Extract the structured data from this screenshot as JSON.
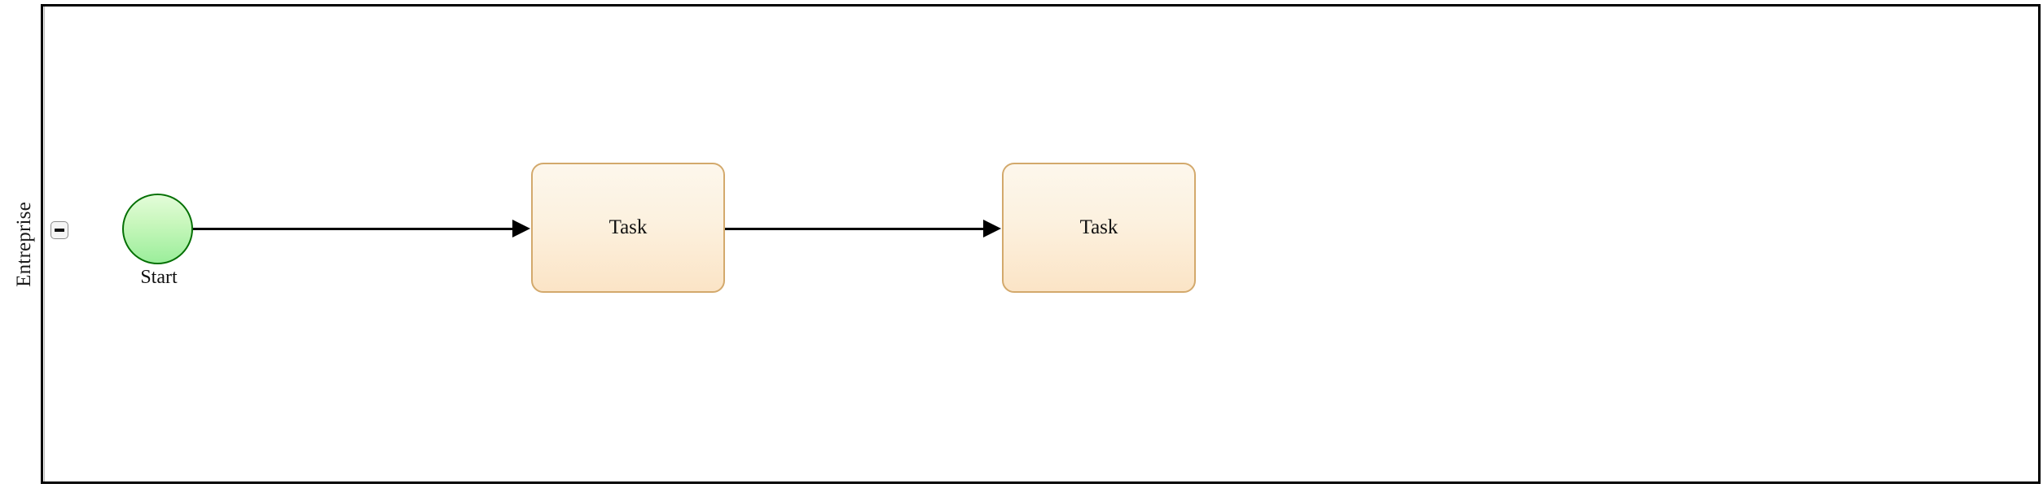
{
  "diagram": {
    "type": "bpmn-process",
    "pool": {
      "lane_label": "Entreprise",
      "collapse_button": {
        "icon": "minus-icon",
        "state": "expanded"
      }
    },
    "nodes": [
      {
        "id": "start-event",
        "type": "start-event",
        "label": "Start",
        "shape": "circle",
        "fill_top": "#e3fcd9",
        "fill_bottom": "#9bee9b",
        "stroke": "#047004"
      },
      {
        "id": "task-1",
        "type": "task",
        "label": "Task",
        "shape": "rounded-rectangle",
        "fill_top": "#fdf7ec",
        "fill_bottom": "#fbe4c6",
        "stroke": "#d3a96c"
      },
      {
        "id": "task-2",
        "type": "task",
        "label": "Task",
        "shape": "rounded-rectangle",
        "fill_top": "#fdf7ec",
        "fill_bottom": "#fbe4c6",
        "stroke": "#d3a96c"
      }
    ],
    "flows": [
      {
        "id": "flow-1",
        "from": "start-event",
        "to": "task-1",
        "label": ""
      },
      {
        "id": "flow-2",
        "from": "task-1",
        "to": "task-2",
        "label": ""
      }
    ],
    "colors": {
      "pool_border": "#000000",
      "canvas_background": "#ffffff",
      "flow_stroke": "#000000"
    }
  }
}
